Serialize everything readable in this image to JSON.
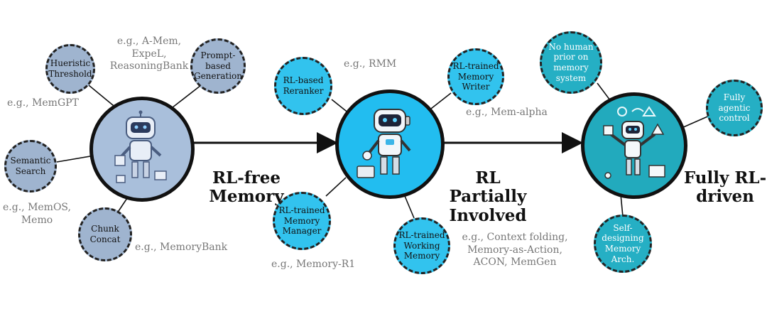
{
  "stages": [
    {
      "label": "RL-free\nMemory"
    },
    {
      "label": "RL Partially\nInvolved"
    },
    {
      "label": "Fully RL-\ndriven"
    }
  ],
  "nodes": {
    "hueristic": "Hueristic\nThreshold",
    "prompt_based": "Prompt-\nbased\nGeneration",
    "semantic": "Semantic\nSearch",
    "chunk": "Chunk\nConcat",
    "reranker": "RL-based\nReranker",
    "writer": "RL-trained\nMemory\nWriter",
    "manager": "RL-trained\nMemory\nManager",
    "working": "RL-trained\nWorking\nMemory",
    "no_prior": "No human\nprior on\nmemory\nsystem",
    "agentic": "Fully\nagentic\ncontrol",
    "self_designing": "Self-\ndesigning\nMemory\nArch."
  },
  "examples": {
    "amem": "e.g., A-Mem,\nExpeL,\nReasoningBank",
    "memgpt": "e.g., MemGPT",
    "memos": "e.g., MemOS,\nMemo",
    "memorybank": "e.g., MemoryBank",
    "rmm": "e.g., RMM",
    "memalpha": "e.g., Mem-alpha",
    "memr1": "e.g., Memory-R1",
    "context": "e.g., Context folding,\nMemory-as-Action,\nACON, MemGen"
  },
  "colors": {
    "rl_free": "#9fb4cf",
    "rl_partial": "#32c3ee",
    "rl_full": "#25afc4"
  }
}
